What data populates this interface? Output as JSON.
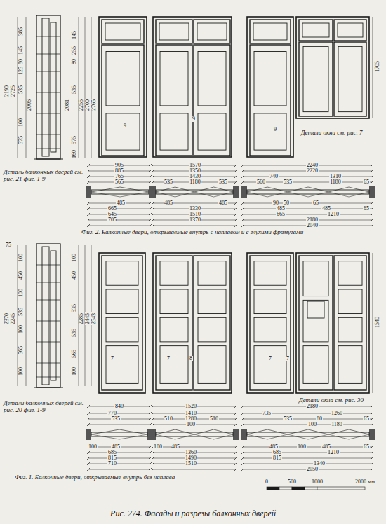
{
  "diagram": {
    "caption": "Рис. 274. Фасады и разрезы балконных дверей",
    "labels": [
      "385",
      "145",
      "80",
      "125",
      "535",
      "2006",
      "100",
      "575",
      "145",
      "255",
      "80",
      "535",
      "2081",
      "575",
      "160",
      "2190",
      "2725",
      "2255",
      "2700",
      "2765",
      "Деталь балконных дверей см. рис. 21 фиг. 1-9",
      "1705",
      "9",
      "9",
      "9",
      "Детали окна см. рис. 7",
      "905",
      "885",
      "765",
      "565",
      "1570",
      "1350",
      "1430",
      "1180",
      "535",
      "535",
      "2240",
      "2220",
      "740",
      "560",
      "535",
      "1310",
      "1180",
      "65",
      "485",
      "665",
      "645",
      "705",
      "485",
      "1330",
      "1510",
      "1370",
      "485",
      "90",
      "50",
      "65",
      "485",
      "665",
      "485",
      "1210",
      "65",
      "2180",
      "2040",
      "Фиг. 2. Балконные двери, открываемые внутрь с наплавом и с глухими фрамугами",
      "75",
      "100",
      "450",
      "100",
      "535",
      "100",
      "565",
      "100",
      "2370",
      "2245",
      "100",
      "450",
      "535",
      "535",
      "565",
      "100",
      "2285",
      "2445",
      "2543",
      "Детали балконных дверей см. рис. 20 фиг. 1-9",
      "1540",
      "7",
      "7",
      "8",
      "7",
      "7",
      "Детали окна см. рис. 30",
      "840",
      "1520",
      "2180",
      "770",
      "535",
      "1410",
      "1280",
      "510",
      "100",
      "510",
      "735",
      "535",
      "1260",
      "80",
      "100",
      "1180",
      "65",
      "100",
      "485",
      "685",
      "815",
      "710",
      "100",
      "485",
      "1360",
      "1490",
      "1510",
      "485",
      "100",
      "485",
      "65",
      "685",
      "815",
      "1210",
      "1340",
      "2050",
      "Фиг. 1. Балконные двери, открываемые внутрь без наплава",
      "0",
      "500",
      "1000",
      "2000 мм"
    ]
  }
}
